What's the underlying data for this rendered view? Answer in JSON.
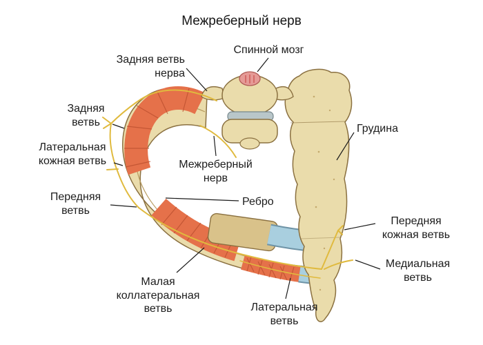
{
  "title": "Межреберный нерв",
  "labels": {
    "spinal_cord": "Спинной мозг",
    "posterior_nerve_branch": "Задняя ветвь нерва",
    "posterior_branch": "Задняя ветвь",
    "lateral_cutaneous_branch": "Латеральная кожная ветвь",
    "anterior_branch": "Передняя ветвь",
    "sternum": "Грудина",
    "intercostal_nerve": "Межреберный нерв",
    "rib": "Ребро",
    "anterior_cutaneous_branch": "Передняя кожная ветвь",
    "medial_branch": "Медиальная ветвь",
    "small_collateral_branch": "Малая коллатеральная ветвь",
    "lateral_branch": "Латеральная ветвь"
  },
  "colors": {
    "bone": "#eadcab",
    "bone_shadow": "#d9c28a",
    "outline": "#8a7040",
    "shelf": "#b69a5e",
    "muscle": "#e5714a",
    "muscle_stripe": "#b94e2d",
    "cartilage": "#a9cfdf",
    "cartilage_outline": "#6e93a6",
    "nerve": "#e0ba3e",
    "spinal_cord": "#e59a96",
    "spinal_cord_stripe": "#c23b3b",
    "disc": "#b9c6c9",
    "leader": "#1a1a1a",
    "text": "#1c1c1c"
  }
}
